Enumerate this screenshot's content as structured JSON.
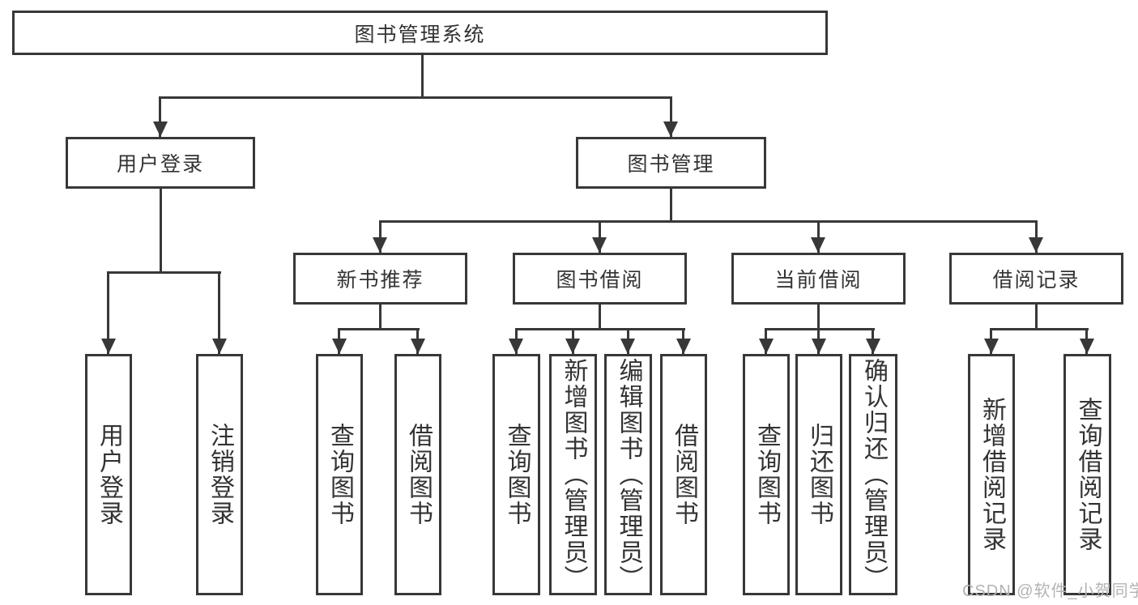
{
  "diagram": {
    "root": {
      "label": "图书管理系统"
    },
    "branches": [
      {
        "label": "用户登录",
        "children": [
          {
            "label": "用户登录"
          },
          {
            "label": "注销登录"
          }
        ]
      },
      {
        "label": "图书管理",
        "groups": [
          {
            "label": "新书推荐",
            "children": [
              {
                "label": "查询图书"
              },
              {
                "label": "借阅图书"
              }
            ]
          },
          {
            "label": "图书借阅",
            "children": [
              {
                "label": "查询图书"
              },
              {
                "label": "新增图书（管理员）"
              },
              {
                "label": "编辑图书（管理员）"
              },
              {
                "label": "借阅图书"
              }
            ]
          },
          {
            "label": "当前借阅",
            "children": [
              {
                "label": "查询图书"
              },
              {
                "label": "归还图书"
              },
              {
                "label": "确认归还（管理员）"
              }
            ]
          },
          {
            "label": "借阅记录",
            "children": [
              {
                "label": "新增借阅记录"
              },
              {
                "label": "查询借阅记录"
              }
            ]
          }
        ]
      }
    ]
  },
  "watermark": {
    "text": "CSDN @软件_小贺同学"
  },
  "colors": {
    "line": "#383838",
    "text": "#333333",
    "background": "#ffffff",
    "watermark": "#b3b3b3"
  }
}
